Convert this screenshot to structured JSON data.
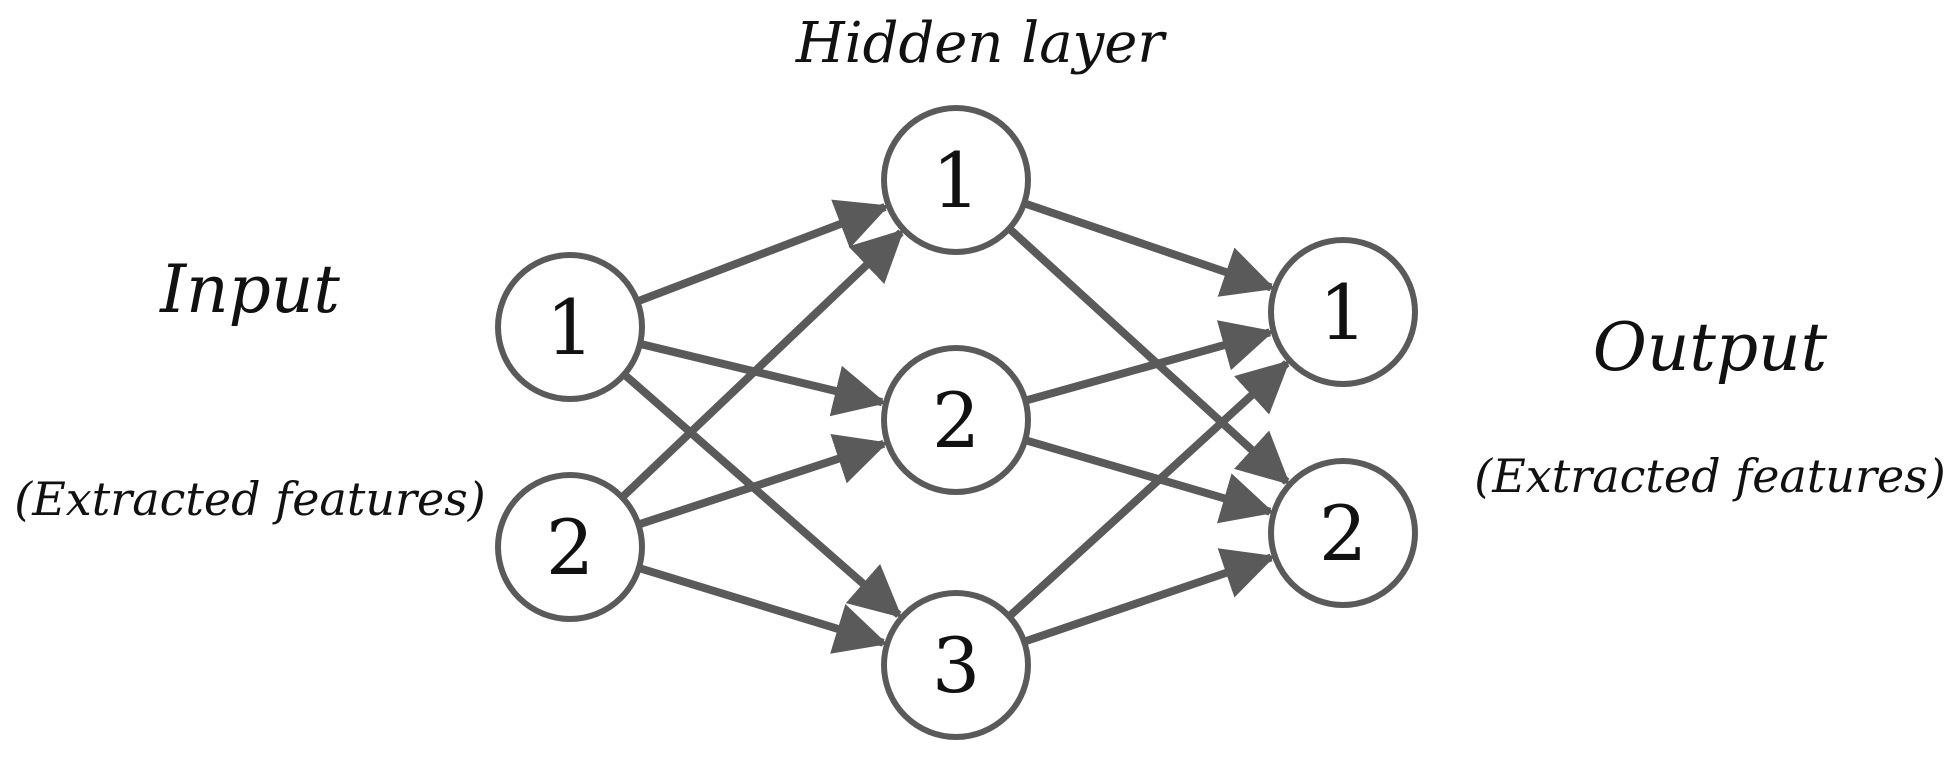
{
  "diagram": {
    "title": "Hidden layer",
    "input": {
      "title": "Input",
      "subtitle": "(Extracted features)"
    },
    "output": {
      "title": "Output",
      "subtitle": "(Extracted features)"
    },
    "layers": {
      "input": [
        "1",
        "2"
      ],
      "hidden": [
        "1",
        "2",
        "3"
      ],
      "output": [
        "1",
        "2"
      ]
    },
    "connections": "fully-connected",
    "colors": {
      "stroke": "#5a5a5a",
      "text": "#111111",
      "background": "#ffffff"
    }
  }
}
